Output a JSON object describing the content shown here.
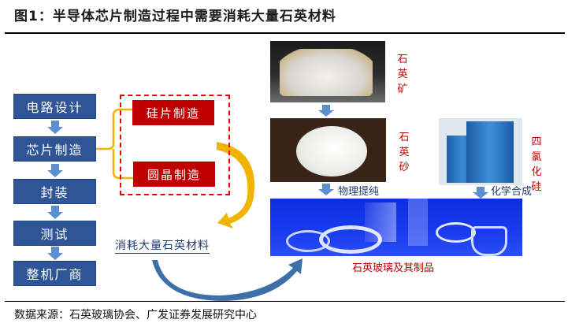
{
  "title": "图1：半导体芯片制造过程中需要消耗大量石英材料",
  "flow_steps": [
    "电路设计",
    "芯片制造",
    "封装",
    "测试",
    "整机厂商"
  ],
  "sub_steps": [
    "硅片制造",
    "圆晶制造"
  ],
  "consume_label": "消耗大量石英材料",
  "materials": {
    "quartz_ore": "石英矿",
    "quartz_sand": "石英砂",
    "silicon_tetrachloride": "四氯化硅"
  },
  "process": {
    "physical": "物理提纯",
    "chemical": "化学合成"
  },
  "product_label": "石英玻璃及其制品",
  "source": "数据来源：石英玻璃协会、广发证券发展研究中心"
}
